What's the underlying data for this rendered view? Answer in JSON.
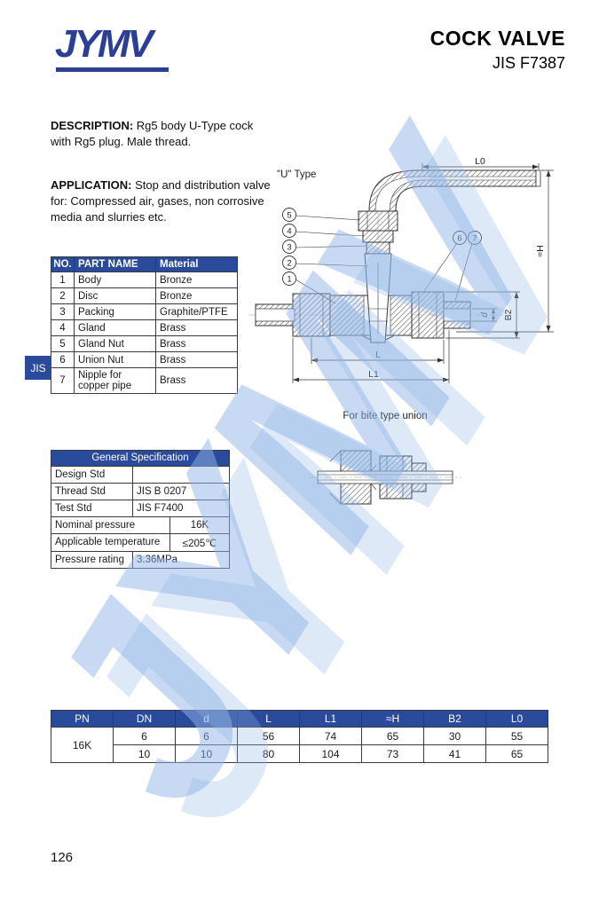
{
  "header": {
    "logo_text": "JYMV",
    "title": "COCK VALVE",
    "subtitle": "JIS F7387"
  },
  "description": {
    "label": "DESCRIPTION:",
    "text": " Rg5 body U-Type cock with Rg5 plug. Male thread."
  },
  "application": {
    "label": "APPLICATION:",
    "text": " Stop and distribution valve for: Compressed air, gases, non corrosive media and slurries etc."
  },
  "side_tab_label": "JIS",
  "parts_table": {
    "headers": [
      "NO.",
      "PART NAME",
      "Material"
    ],
    "rows": [
      {
        "no": "1",
        "name": "Body",
        "material": "Bronze"
      },
      {
        "no": "2",
        "name": "Disc",
        "material": "Bronze"
      },
      {
        "no": "3",
        "name": "Packing",
        "material": "Graphite/PTFE"
      },
      {
        "no": "4",
        "name": "Gland",
        "material": "Brass"
      },
      {
        "no": "5",
        "name": "Gland Nut",
        "material": "Brass"
      },
      {
        "no": "6",
        "name": "Union Nut",
        "material": "Brass"
      },
      {
        "no": "7",
        "name": "Nipple for copper pipe",
        "material": "Brass"
      }
    ]
  },
  "spec_table": {
    "title": "General Specification",
    "rows": [
      {
        "label": "Design Std",
        "value": ""
      },
      {
        "label": "Thread Std",
        "value": "JIS B 0207"
      },
      {
        "label": "Test Std",
        "value": "JIS F7400"
      },
      {
        "label": "Nominal pressure",
        "value": "16K"
      },
      {
        "label": "Applicable temperature",
        "value": "≤205℃"
      },
      {
        "label": "Pressure rating",
        "value": "3.36MPa"
      }
    ]
  },
  "drawing": {
    "type_label": "\"U\" Type",
    "union_label": "For bite type union",
    "dims": {
      "l0": "L0",
      "h": "≈H",
      "b2": "B2",
      "d": "d",
      "l": "L",
      "l1": "L1"
    },
    "callouts": [
      "1",
      "2",
      "3",
      "4",
      "5",
      "6",
      "7"
    ]
  },
  "dims_table": {
    "headers": [
      "PN",
      "DN",
      "d",
      "L",
      "L1",
      "≈H",
      "B2",
      "L0"
    ],
    "pn": "16K",
    "rows": [
      [
        "6",
        "6",
        "56",
        "74",
        "65",
        "30",
        "55"
      ],
      [
        "10",
        "10",
        "80",
        "104",
        "73",
        "41",
        "65"
      ]
    ]
  },
  "watermark_text": "JYMV",
  "page_number": "126",
  "colors": {
    "accent_blue": "#2a4a9c",
    "logo_blue": "#2b3f96",
    "watermark_blue": "#92b5e7"
  }
}
